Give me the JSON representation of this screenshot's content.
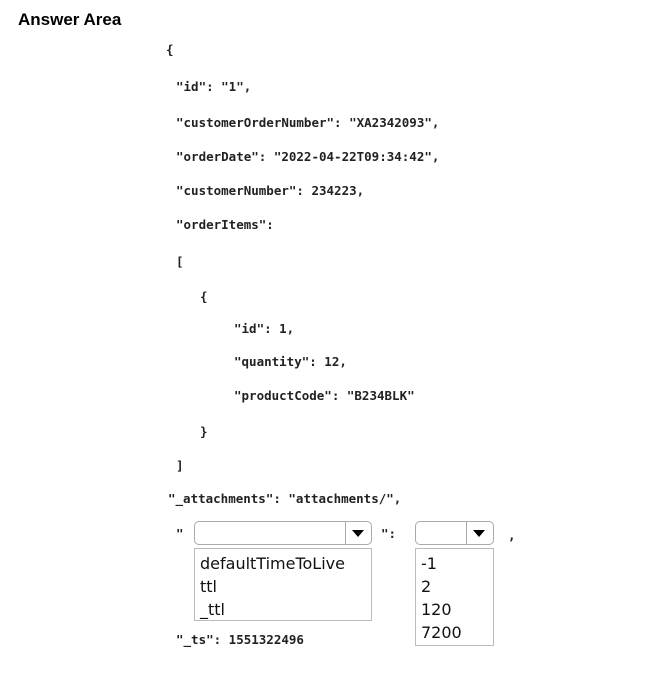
{
  "title": "Answer Area",
  "code": {
    "open_brace": "{",
    "id": "\"id\": \"1\",",
    "customerOrderNumber": "\"customerOrderNumber\": \"XA2342093\",",
    "orderDate": "\"orderDate\": \"2022-04-22T09:34:42\",",
    "customerNumber": "\"customerNumber\": 234223,",
    "orderItems": "\"orderItems\":",
    "open_bracket": "[",
    "item_open": "{",
    "item_id": "\"id\": 1,",
    "item_quantity": "\"quantity\": 12,",
    "item_productCode": "\"productCode\": \"B234BLK\"",
    "item_close": "}",
    "close_bracket": "]",
    "attachments": "\"_attachments\": \"attachments/\",",
    "quote_open": "\"",
    "quote_colon": "\":",
    "comma": ",",
    "ts": "\"_ts\": 1551322496"
  },
  "dropdown_property": {
    "selected": "",
    "options": [
      "defaultTimeToLive",
      "ttl",
      "_ttl"
    ]
  },
  "dropdown_value": {
    "selected": "",
    "options": [
      "-1",
      "2",
      "120",
      "7200"
    ]
  }
}
